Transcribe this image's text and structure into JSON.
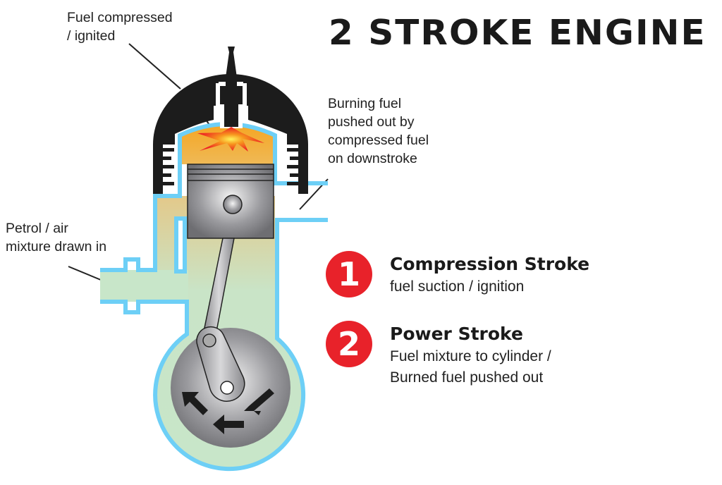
{
  "title": "2 STROKE ENGINE",
  "labels": {
    "fuel_compressed": [
      "Fuel compressed",
      "/ ignited"
    ],
    "burning_fuel": [
      "Burning fuel",
      "pushed out by",
      "compressed fuel",
      "on downstroke"
    ],
    "petrol_air": [
      "Petrol / air",
      "mixture drawn in"
    ]
  },
  "strokes": [
    {
      "number": "1",
      "name": "Compression Stroke",
      "description": [
        "fuel suction / ignition"
      ]
    },
    {
      "number": "2",
      "name": "Power Stroke",
      "description": [
        "Fuel mixture to cylinder /",
        "Burned fuel pushed out"
      ]
    }
  ],
  "colors": {
    "accent": "#e8222a",
    "wall": "#6dcff6",
    "mixture": "#c8e6c9",
    "burning": "#f2ab3c",
    "head": "#1c1c1c"
  }
}
